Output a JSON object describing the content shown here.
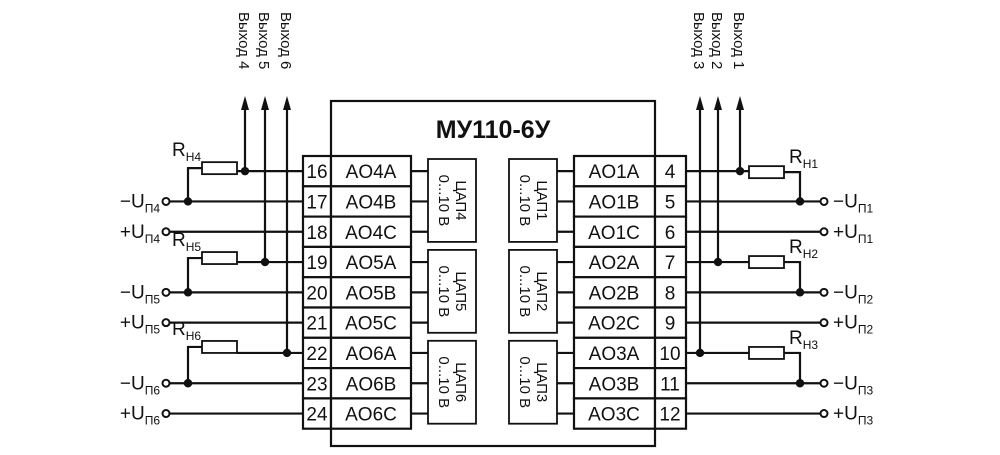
{
  "diagram": {
    "title": "МУ110-6У",
    "colors": {
      "line": "#111111",
      "background": "#ffffff"
    },
    "left_outputs": [
      "Выход 4",
      "Выход 5",
      "Выход 6"
    ],
    "right_outputs": [
      "Выход 3",
      "Выход 2",
      "Выход 1"
    ],
    "left_terminals": [
      {
        "pin": "16",
        "name": "AO4A"
      },
      {
        "pin": "17",
        "name": "AO4B"
      },
      {
        "pin": "18",
        "name": "AO4C"
      },
      {
        "pin": "19",
        "name": "AO5A"
      },
      {
        "pin": "20",
        "name": "AO5B"
      },
      {
        "pin": "21",
        "name": "AO5C"
      },
      {
        "pin": "22",
        "name": "AO6A"
      },
      {
        "pin": "23",
        "name": "AO6B"
      },
      {
        "pin": "24",
        "name": "AO6C"
      }
    ],
    "right_terminals": [
      {
        "pin": "4",
        "name": "AO1A"
      },
      {
        "pin": "5",
        "name": "AO1B"
      },
      {
        "pin": "6",
        "name": "AO1C"
      },
      {
        "pin": "7",
        "name": "AO2A"
      },
      {
        "pin": "8",
        "name": "AO2B"
      },
      {
        "pin": "9",
        "name": "AO2C"
      },
      {
        "pin": "10",
        "name": "AO3A"
      },
      {
        "pin": "11",
        "name": "AO3B"
      },
      {
        "pin": "12",
        "name": "AO3C"
      }
    ],
    "dacs_left": [
      {
        "name": "ЦАП4",
        "range": "0...10 В"
      },
      {
        "name": "ЦАП5",
        "range": "0...10 В"
      },
      {
        "name": "ЦАП6",
        "range": "0...10 В"
      }
    ],
    "dacs_right": [
      {
        "name": "ЦАП1",
        "range": "0...10 В"
      },
      {
        "name": "ЦАП2",
        "range": "0...10 В"
      },
      {
        "name": "ЦАП3",
        "range": "0...10 В"
      }
    ],
    "left_channels": [
      {
        "resistor": "R",
        "resistor_sub": "Н4",
        "minus": "−U",
        "minus_sub": "П4",
        "plus": "+U",
        "plus_sub": "П4"
      },
      {
        "resistor": "R",
        "resistor_sub": "Н5",
        "minus": "−U",
        "minus_sub": "П5",
        "plus": "+U",
        "plus_sub": "П5"
      },
      {
        "resistor": "R",
        "resistor_sub": "Н6",
        "minus": "−U",
        "minus_sub": "П6",
        "plus": "+U",
        "plus_sub": "П6"
      }
    ],
    "right_channels": [
      {
        "resistor": "R",
        "resistor_sub": "Н1",
        "minus": "−U",
        "minus_sub": "П1",
        "plus": "+U",
        "plus_sub": "П1"
      },
      {
        "resistor": "R",
        "resistor_sub": "Н2",
        "minus": "−U",
        "minus_sub": "П2",
        "plus": "+U",
        "plus_sub": "П2"
      },
      {
        "resistor": "R",
        "resistor_sub": "Н3",
        "minus": "−U",
        "minus_sub": "П3",
        "plus": "+U",
        "plus_sub": "П3"
      }
    ]
  }
}
